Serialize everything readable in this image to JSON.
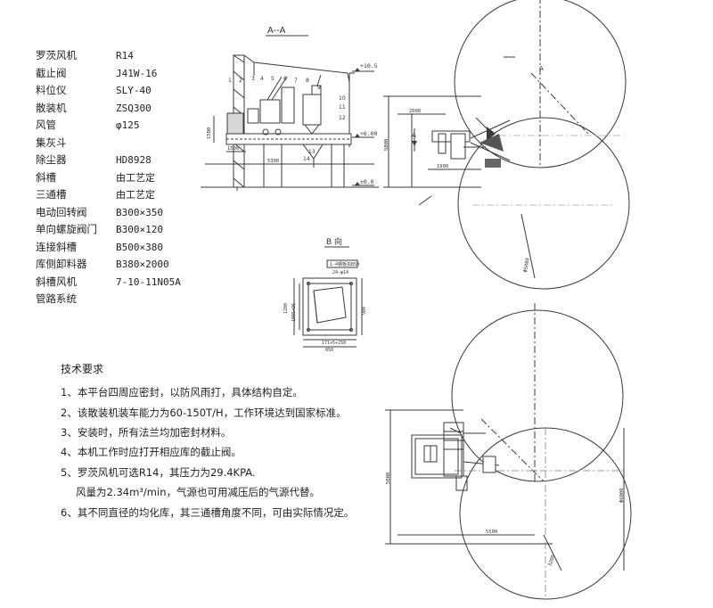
{
  "equipment_list": [
    {
      "name": "罗茨风机",
      "spec": "R14"
    },
    {
      "name": "截止阀",
      "spec": "J41W-16"
    },
    {
      "name": "料位仪",
      "spec": "SLY-40"
    },
    {
      "name": "散装机",
      "spec": "ZSQ300"
    },
    {
      "name": "风管",
      "spec": "φ125"
    },
    {
      "name": "集灰斗",
      "spec": ""
    },
    {
      "name": "除尘器",
      "spec": "HD8928"
    },
    {
      "name": "斜槽",
      "spec": "由工艺定"
    },
    {
      "name": "三通槽",
      "spec": "由工艺定"
    },
    {
      "name": "电动回转阀",
      "spec": "B300×350"
    },
    {
      "name": "单向螺旋阀门",
      "spec": "B300×120"
    },
    {
      "name": "连接斜槽",
      "spec": "B500×380"
    },
    {
      "name": "库侧卸料器",
      "spec": "B380×2000"
    },
    {
      "name": "斜槽风机",
      "spec": "7-10-11N05A"
    },
    {
      "name": "管路系统",
      "spec": ""
    }
  ],
  "section_aa": {
    "title": "A--A",
    "elev_top": "+10.5",
    "elev_mid": "+6.00",
    "elev_base": "±0.0",
    "dim_1500": "1500",
    "dim_5300": "5300",
    "dim_left": "1500",
    "labels": [
      "1",
      "2",
      "3",
      "4",
      "5",
      "6",
      "7",
      "8",
      "9",
      "10",
      "11",
      "12",
      "13",
      "14"
    ]
  },
  "view_b": {
    "title": "B 向",
    "top_callout": "1-4钢板扣850",
    "sub_callout": "24-φ14",
    "dim_1200": "1200",
    "dim_a": "1095+95",
    "dim_b": "171+5+250",
    "dim_bottom": "850",
    "dim_right": "900"
  },
  "plan_top": {
    "label_a": "A",
    "dim_2000": "2000",
    "dim_5000": "5000",
    "dim_1900": "1900",
    "dim_dia": "Φ5000"
  },
  "plan_bottom": {
    "dim_5000": "5000",
    "dim_dia": "Φ6000",
    "dim_5500": "5500",
    "dim_3200": "3200"
  },
  "notes": {
    "heading": "技术要求",
    "items": [
      "1、本平台四周应密封，以防风雨打，具体结构自定。",
      "2、该散装机装车能力为60-150T/H，工作环境达到国家标准。",
      "3、安装时，所有法兰均加密封材料。",
      "4、本机工作时应打开相应库的截止阀。",
      "5、罗茨风机可选R14，其压力为29.4KPA.",
      "风量为2.34m³/min，气源也可用减压后的气源代替。",
      "6、其不同直径的均化库，其三通槽角度不同，可由实际情况定。"
    ]
  },
  "colors": {
    "line": "#3a3a3a",
    "paper": "#ffffff"
  }
}
